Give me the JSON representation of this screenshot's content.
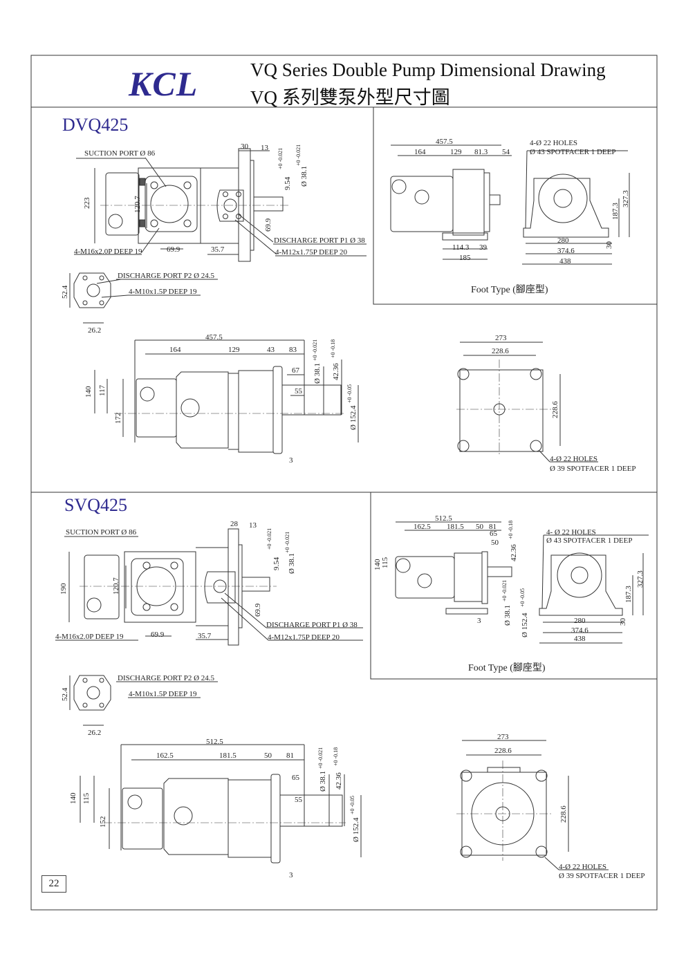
{
  "header": {
    "logo": "KCL",
    "title_en": "VQ Series Double  Pump Dimensional Drawing",
    "title_zh": "VQ 系列雙泵外型尺寸圖"
  },
  "dvq": {
    "model": "DVQ425",
    "side": [
      "SUCTION PORT Ø 86",
      "30",
      "13",
      "223",
      "120.7",
      "9.54",
      "+0 -0.021",
      "Ø 38.1",
      "+0 -0.021",
      "69.9",
      "DISCHARGE PORT P1 Ø 38",
      "4-M12x1.75P DEEP 20",
      "4-M16x2.0P DEEP 19",
      "69.9",
      "35.7"
    ],
    "port": [
      "DISCHARGE PORT P2 Ø 24.5",
      "4-M10x1.5P DEEP 19",
      "52.4",
      "26.2"
    ],
    "bottom": [
      "457.5",
      "164",
      "129",
      "43",
      "83",
      "67",
      "55",
      "Ø 38.1",
      "+0 -0.021",
      "42.36",
      "+0 -0.18",
      "Ø 152.4",
      "+0 -0.05",
      "140",
      "117",
      "172",
      "3"
    ],
    "end": [
      "273",
      "228.6",
      "228.6",
      "4-Ø 22 HOLES",
      "Ø 39 SPOTFACER 1 DEEP"
    ],
    "foot": [
      "457.5",
      "164",
      "129",
      "81.3",
      "54",
      "4-Ø 22 HOLES",
      "Ø 43 SPOTFACER 1 DEEP",
      "114.3",
      "39",
      "185",
      "280",
      "374.6",
      "438",
      "327.3",
      "187.3",
      "30"
    ],
    "foot_caption": "Foot Type (腳座型)"
  },
  "svq": {
    "model": "SVQ425",
    "side": [
      "SUCTION PORT Ø 86",
      "28",
      "13",
      "190",
      "120.7",
      "9.54",
      "+0 -0.021",
      "Ø 38.1",
      "+0 -0.021",
      "69.9",
      "DISCHARGE PORT P1 Ø 38",
      "4-M12x1.75P DEEP 20",
      "4-M16x2.0P DEEP 19",
      "69.9",
      "35.7"
    ],
    "port": [
      "DISCHARGE PORT P2 Ø 24.5",
      "4-M10x1.5P DEEP 19",
      "52.4",
      "26.2"
    ],
    "bottom": [
      "512.5",
      "162.5",
      "181.5",
      "50",
      "81",
      "65",
      "55",
      "Ø 38.1",
      "+0 -0.021",
      "42.36",
      "+0 -0.18",
      "Ø 152.4",
      "+0 -0.05",
      "140",
      "115",
      "152",
      "3"
    ],
    "end": [
      "273",
      "228.6",
      "228.6",
      "4-Ø 22 HOLES",
      "Ø 39 SPOTFACER 1 DEEP"
    ],
    "foot": [
      "512.5",
      "162.5",
      "181.5",
      "50",
      "81",
      "65",
      "50",
      "42.36",
      "+0 -0.18",
      "140",
      "115",
      "Ø 38.1",
      "+0 -0.021",
      "Ø 152.4",
      "+0 -0.05",
      "3",
      "4- Ø 22 HOLES",
      "Ø 43 SPOTFACER 1 DEEP",
      "280",
      "374.6",
      "438",
      "327.3",
      "187.3",
      "30"
    ],
    "foot_caption": "Foot Type (腳座型)"
  },
  "page_number": "22"
}
